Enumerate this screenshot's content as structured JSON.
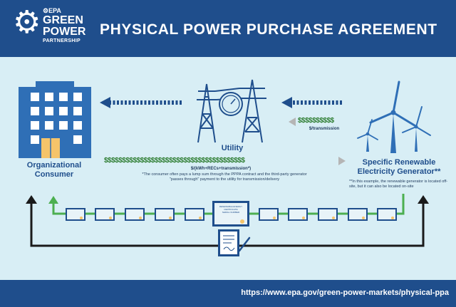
{
  "header": {
    "logo": {
      "line1": "⚙EPA",
      "line2": "GREEN",
      "line3": "POWER",
      "line4": "PARTNERSHIP"
    },
    "title": "PHYSICAL POWER PURCHASE AGREEMENT"
  },
  "nodes": {
    "consumer": "Organizational Consumer",
    "utility": "Utility",
    "generator": "Specific Renewable Electricity Generator**"
  },
  "money": {
    "transmission_dollars": "$$$$$$$$$$",
    "transmission_label": "$/transmission",
    "main_dollars": "$$$$$$$$$$$$$$$$$$$$$$$$$$$$$$$$$$$$$$$",
    "main_label": "$/(kWh+RECs+transmission*)",
    "footnote_consumer": "*The consumer often pays a lump sum through the PPPA contract and the third-party generator \"passes through\" payment to the utility for transmission/delivery",
    "footnote_generator": "**In this example, the renewable generator is located off-site, but it can also be located on-site"
  },
  "certificate": {
    "line1": "RENEWABLE ENERGY CERTIFICATE",
    "line2": "SERIAL NUMBER"
  },
  "contract_icon": "contract-document-icon",
  "footer": {
    "url": "https://www.epa.gov/green-power-markets/physical-ppa"
  },
  "colors": {
    "header_bg": "#1f4e8c",
    "canvas_bg": "#d8eef5",
    "building": "#2f6fb6",
    "money_green": "#2e7d32",
    "flow_green": "#4caf50",
    "arrow_gray": "#b5b5b5"
  }
}
